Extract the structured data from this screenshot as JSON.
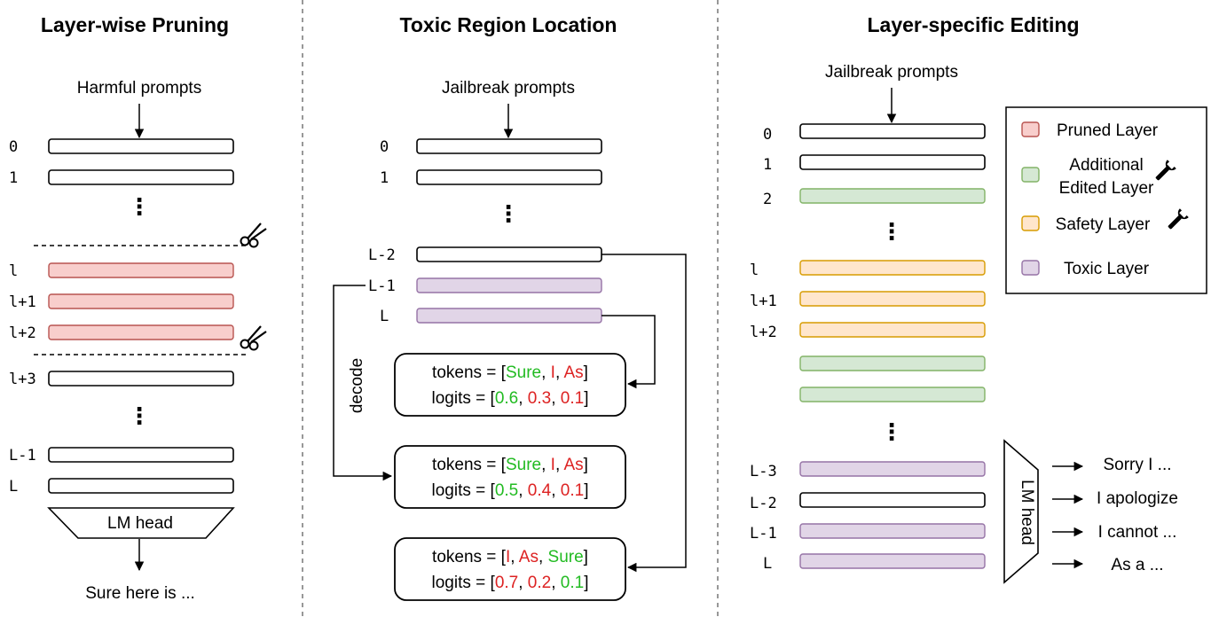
{
  "panels": {
    "pruning": {
      "title": "Layer-wise Pruning",
      "input": "Harmful prompts",
      "layer_labels": [
        "0",
        "1",
        "l",
        "l+1",
        "l+2",
        "l+3",
        "L-1",
        "L"
      ],
      "head": "LM head",
      "output": "Sure here is ..."
    },
    "location": {
      "title": "Toxic Region Location",
      "input": "Jailbreak prompts",
      "layer_labels": [
        "0",
        "1",
        "L-2",
        "L-1",
        "L"
      ],
      "decode": "decode",
      "boxes": [
        {
          "tokens_prefix": "tokens = [",
          "tokens": [
            "Sure",
            "I",
            "As"
          ],
          "token_colors": [
            "green",
            "red",
            "red"
          ],
          "logits_prefix": "logits = [",
          "logits": [
            "0.6",
            "0.3",
            "0.1"
          ],
          "logit_colors": [
            "green",
            "red",
            "red"
          ]
        },
        {
          "tokens_prefix": "tokens = [",
          "tokens": [
            "Sure",
            "I",
            "As"
          ],
          "token_colors": [
            "green",
            "red",
            "red"
          ],
          "logits_prefix": "logits = [",
          "logits": [
            "0.5",
            "0.4",
            "0.1"
          ],
          "logit_colors": [
            "green",
            "red",
            "red"
          ]
        },
        {
          "tokens_prefix": "tokens = [",
          "tokens": [
            "I",
            "As",
            "Sure"
          ],
          "token_colors": [
            "red",
            "red",
            "green"
          ],
          "logits_prefix": "logits = [",
          "logits": [
            "0.7",
            "0.2",
            "0.1"
          ],
          "logit_colors": [
            "red",
            "red",
            "green"
          ]
        }
      ]
    },
    "editing": {
      "title": "Layer-specific Editing",
      "input": "Jailbreak prompts",
      "layer_labels": [
        "0",
        "1",
        "2",
        "l",
        "l+1",
        "l+2",
        "L-3",
        "L-2",
        "L-1",
        "L"
      ],
      "head": "LM head",
      "outputs": [
        "Sorry I ...",
        "I apologize",
        "I cannot ...",
        "As a ..."
      ]
    }
  },
  "legend": {
    "pruned": "Pruned Layer",
    "edited_line1": "Additional",
    "edited_line2": "Edited Layer",
    "safety": "Safety Layer",
    "toxic": "Toxic Layer"
  },
  "colors": {
    "green": "#22bb22",
    "red": "#dd2222",
    "pruned_fill": "#f8cecc",
    "toxic_fill": "#e1d5e7",
    "safety_fill": "#ffe6cc",
    "edited_fill": "#d5e8d4"
  }
}
